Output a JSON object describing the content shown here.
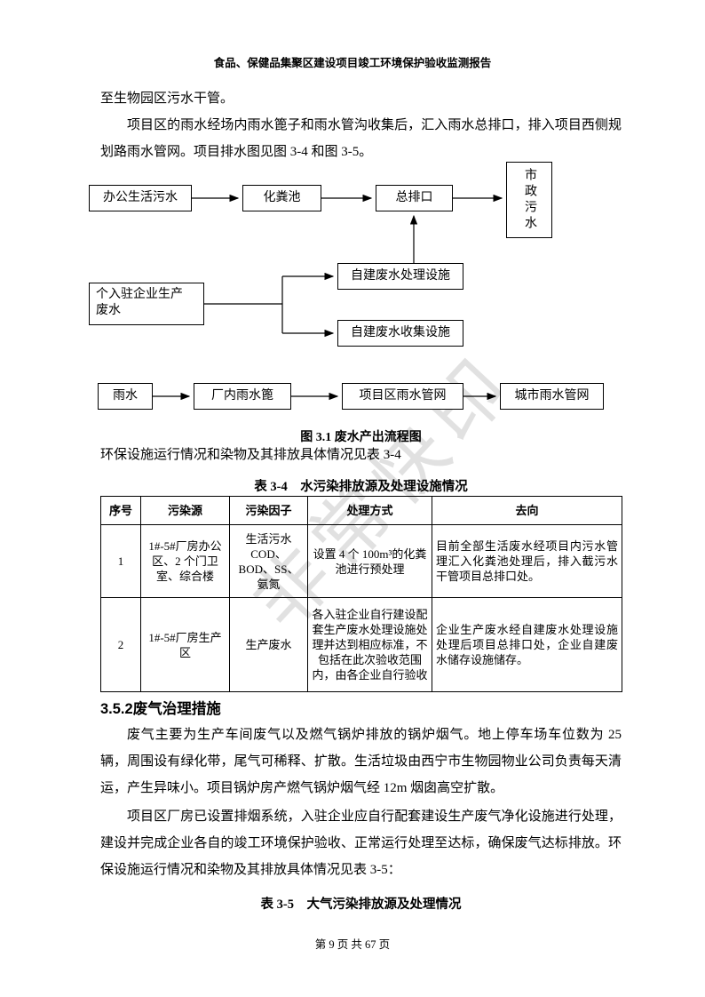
{
  "page": {
    "header": "食品、保健品集聚区建设项目竣工环境保护验收监测报告",
    "footer": "第 9 页 共 67 页",
    "watermark": "非常快印"
  },
  "paragraphs": {
    "p1": "至生物园区污水干管。",
    "p2": "项目区的雨水经场内雨水篦子和雨水管沟收集后，汇入雨水总排口，排入项目西侧规划路雨水管网。项目排水图见图 3-4 和图 3-5。",
    "p3": "环保设施运行情况和染物及其排放具体情况见表 3-4",
    "p4": "废气主要为生产车间废气以及燃气锅炉排放的锅炉烟气。地上停车场车位数为 25 辆，周围设有绿化带，尾气可稀释、扩散。生活垃圾由西宁市生物园物业公司负责每天清运，产生异味小。项目锅炉房产燃气锅炉烟气经 12m 烟囱高空扩散。",
    "p5": "项目区厂房已设置排烟系统，入驻企业应自行配套建设生产废气净化设施进行处理，建设并完成企业各自的竣工环境保护验收、正常运行处理至达标，确保废气达标排放。环保设施运行情况和染物及其排放具体情况见表 3-5："
  },
  "section_heading": "3.5.2废气治理措施",
  "flowchart": {
    "caption": "图 3.1 废水产出流程图",
    "boxes": {
      "office_sewage": "办公生活污水",
      "septic_tank": "化粪池",
      "main_outlet": "总排口",
      "municipal_sewage": "市政污水",
      "enterprise_wastewater": "个入驻企业生产废水",
      "treatment_facility": "自建废水处理设施",
      "collection_facility": "自建废水收集设施",
      "rainwater": "雨水",
      "rain_grate": "厂内雨水篦",
      "project_rain_network": "项目区雨水管网",
      "city_rain_network": "城市雨水管网"
    }
  },
  "table34": {
    "title": "表 3-4　水污染排放源及处理设施情况",
    "headers": [
      "序号",
      "污染源",
      "污染因子",
      "处理方式",
      "去向"
    ],
    "rows": [
      [
        "1",
        "1#-5#厂房办公区、2 个门卫室、综合楼",
        "生活污水\nCOD、BOD、SS、氨氮",
        "设置 4 个 100m³的化粪池进行预处理",
        "目前全部生活废水经项目内污水管理汇入化粪池处理后，排入截污水干管项目总排口处。"
      ],
      [
        "2",
        "1#-5#厂房生产区",
        "生产废水",
        "各入驻企业自行建设配套生产废水处理设施处理并达到相应标准，不包括在此次验收范围内，由各企业自行验收",
        "企业生产废水经自建废水处理设施处理后项目总排口处，企业自建废水储存设施储存。"
      ]
    ]
  },
  "table35": {
    "title": "表 3-5　大气污染排放源及处理情况"
  }
}
